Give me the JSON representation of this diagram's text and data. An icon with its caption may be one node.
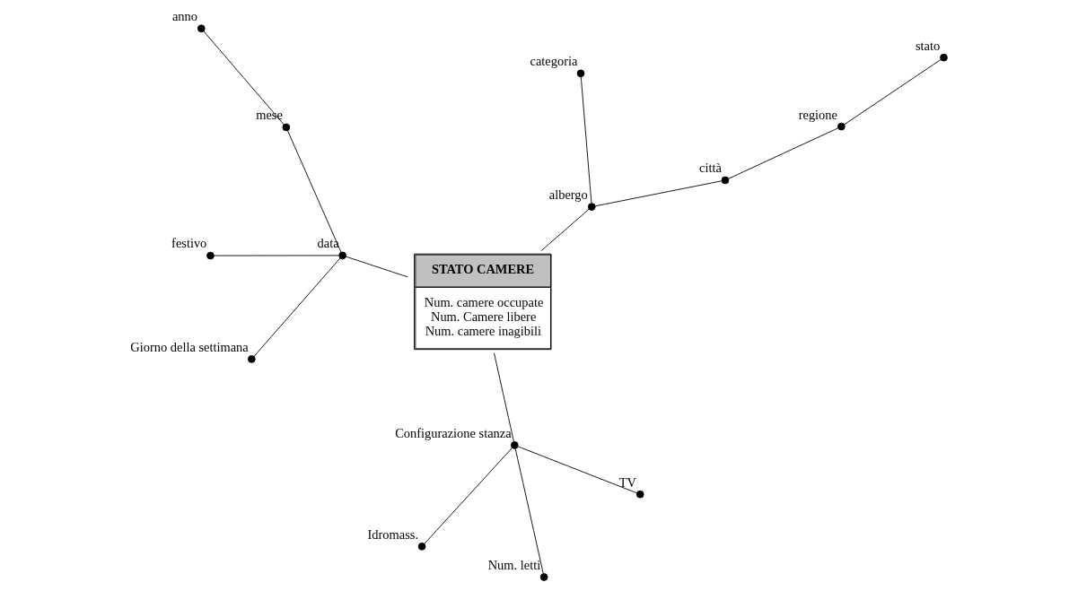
{
  "diagram": {
    "nodes": [
      {
        "text": [
          "STATO CAMERE",
          "Num. camere occupate",
          "Num. Camere libere",
          "Num. camere inagibili"
        ]
      },
      {
        "text": [],
        "shape": "circle",
        "beside": [
          "data"
        ]
      },
      {
        "text": [],
        "shape": "circle",
        "beside": [
          "Giorno della settimana"
        ]
      },
      {
        "text": [],
        "shape": "circle",
        "beside": [
          "mese"
        ]
      },
      {
        "text": [],
        "shape": "circle",
        "beside": [
          "anno"
        ]
      },
      {
        "text": [],
        "shape": "circle",
        "beside": [
          "festivo"
        ]
      },
      {
        "text": [],
        "shape": "circle",
        "beside": [
          "Configurazione stanza"
        ]
      },
      {
        "text": [],
        "shape": "circle",
        "beside": [
          "TV"
        ]
      },
      {
        "text": [],
        "shape": "circle",
        "beside": [
          "Idromass."
        ]
      },
      {
        "text": [],
        "shape": "circle",
        "beside": [
          "Num. letti"
        ]
      },
      {
        "text": [],
        "shape": "circle",
        "beside": [
          "albergo"
        ]
      },
      {
        "text": [],
        "shape": "circle",
        "beside": [
          "città"
        ]
      },
      {
        "text": [],
        "shape": "circle",
        "beside": [
          "regione"
        ]
      },
      {
        "text": [],
        "shape": "circle",
        "beside": [
          "stato"
        ]
      },
      {
        "text": [],
        "shape": "circle",
        "beside": [
          "categoria"
        ]
      }
    ],
    "edges": [
      {
        "from": 0,
        "to": 1,
        "arrow": "none"
      },
      {
        "from": 1,
        "to": 2,
        "arrow": "none"
      },
      {
        "from": 1,
        "to": 3,
        "arrow": "none"
      },
      {
        "from": 3,
        "to": 4,
        "arrow": "none"
      },
      {
        "from": 1,
        "to": 5,
        "arrow": "none"
      },
      {
        "from": 0,
        "to": 6,
        "arrow": "none"
      },
      {
        "from": 6,
        "to": 7,
        "arrow": "none"
      },
      {
        "from": 6,
        "to": 8,
        "arrow": "none"
      },
      {
        "from": 6,
        "to": 9,
        "arrow": "none"
      },
      {
        "from": 0,
        "to": 10,
        "arrow": "none"
      },
      {
        "from": 10,
        "to": 11,
        "arrow": "none"
      },
      {
        "from": 11,
        "to": 12,
        "arrow": "none"
      },
      {
        "from": 12,
        "to": 13,
        "arrow": "none"
      },
      {
        "from": 10,
        "to": 14,
        "arrow": "none"
      }
    ]
  }
}
